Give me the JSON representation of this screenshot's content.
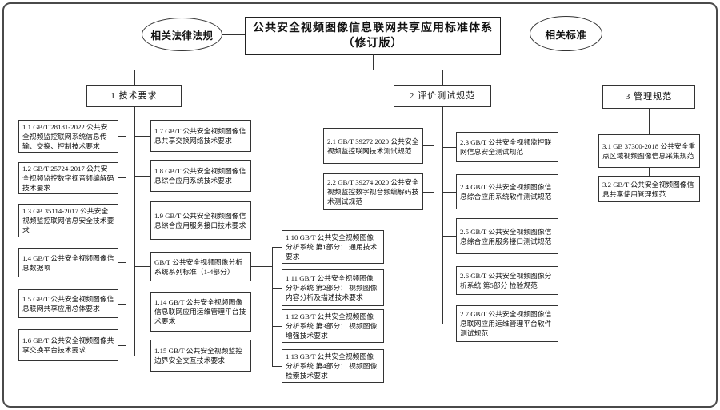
{
  "title": {
    "line1": "公共安全视频图像信息联网共享应用标准体系",
    "line2": "（修订版）"
  },
  "left_ellipse": "相关法律法规",
  "right_ellipse": "相关标准",
  "colors": {
    "ink": "#111111",
    "line": "#333333",
    "background": "#ffffff"
  },
  "branch1": {
    "label": "1 技术要求",
    "colA": [
      "1.1 GB/T 28181-2022 公共安全视频监控联网系统信息传输、交换、控制技术要求",
      "1.2 GB/T 25724-2017 公共安全视频监控数字视音频编解码技术要求",
      "1.3 GB 35114-2017 公共安全视频监控联网信息安全技术要求",
      "1.4 GB/T 公共安全视频图像信息数据项",
      "1.5 GB/T 公共安全视频图像信息联网共享应用总体要求",
      "1.6 GB/T 公共安全视频图像共享交换平台技术要求"
    ],
    "colB": [
      "1.7 GB/T 公共安全视频图像信息共享交换网络技术要求",
      "1.8 GB/T 公共安全视频图像信息综合应用系统技术要求",
      "1.9 GB/T 公共安全视频图像信息综合应用服务接口技术要求",
      "GB/T 公共安全视频图像分析系统系列标准（1-4部分）",
      "1.14 GB/T 公共安全视频图像信息联网应用运维管理平台技术要求",
      "1.15 GB/T 公共安全视频监控边界安全交互技术要求"
    ],
    "colC": [
      "1.10 GB/T 公共安全视频图像分析系统 第1部分： 通用技术要求",
      "1.11 GB/T 公共安全视频图像分析系统 第2部分： 视频图像内容分析及描述技术要求",
      "1.12 GB/T 公共安全视频图像分析系统 第3部分： 视频图像增强技术要求",
      "1.13 GB/T 公共安全视频图像分析系统 第4部分： 视频图像检索技术要求"
    ]
  },
  "branch2": {
    "label": "2 评价测试规范",
    "colA": [
      "2.1 GB/T 39272 2020 公共安全视频监控联网技术测试规范",
      "2.2 GB/T 39274 2020 公共安全视频监控数字视音频编解码技术测试规范"
    ],
    "colB": [
      "2.3 GB/T 公共安全视频监控联网信息安全测试规范",
      "2.4 GB/T 公共安全视频图像信息综合应用系统软件测试规范",
      "2.5 GB/T 公共安全视频图像信息综合应用服务接口测试规范",
      "2.6 GB/T 公共安全视频图像分析系统 第5部分 检验规范",
      "2.7 GB/T 公共安全视频图像信息联网应用运维管理平台软件测试规范"
    ]
  },
  "branch3": {
    "label": "3 管理规范",
    "items": [
      "3.1 GB 37300-2018 公共安全重点区域视频图像信息采集规范",
      "3.2 GB/T 公共安全视频图像信息共享使用管理规范"
    ]
  }
}
